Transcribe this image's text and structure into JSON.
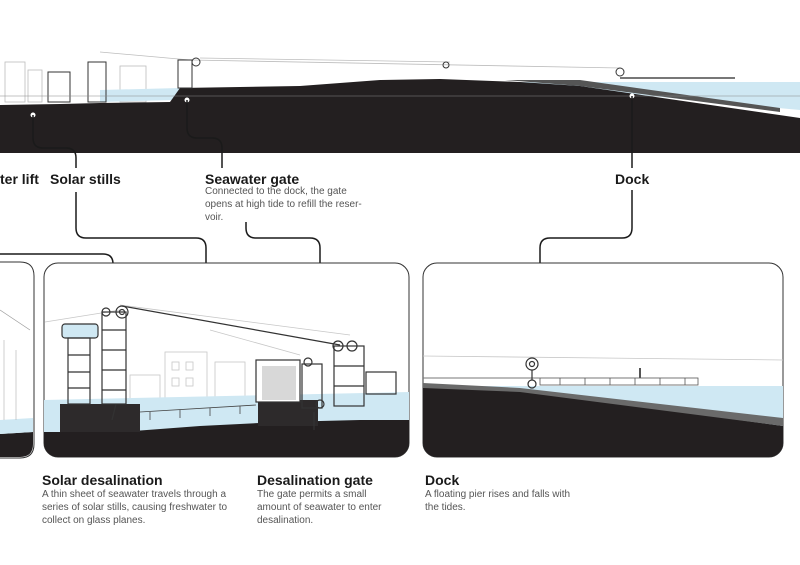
{
  "callouts": {
    "water_lift": {
      "title": "ter lift"
    },
    "solar_stills": {
      "title": "Solar stills"
    },
    "seawater_gate": {
      "title": "Seawater gate",
      "desc_line1": "Connected to the dock, the gate",
      "desc_line2": "opens at high tide to refill the reser-",
      "desc_line3": "voir."
    },
    "dock_top": {
      "title": "Dock"
    }
  },
  "captions": {
    "solar_desalination": {
      "title": "Solar desalination",
      "desc_line1": "A thin sheet of seawater travels through a",
      "desc_line2": "series of solar stills, causing freshwater to",
      "desc_line3": "collect on glass planes."
    },
    "desalination_gate": {
      "title": "Desalination gate",
      "desc_line1": "The gate permits a small",
      "desc_line2": "amount of seawater to enter",
      "desc_line3": "desalination."
    },
    "dock": {
      "title": "Dock",
      "desc_line1": "A floating pier rises and falls with",
      "desc_line2": "the tides."
    }
  },
  "colors": {
    "ground": "#231f20",
    "water": "#cfe8f3",
    "line": "#1a1a1a",
    "thin_line": "#9a9a9a"
  }
}
